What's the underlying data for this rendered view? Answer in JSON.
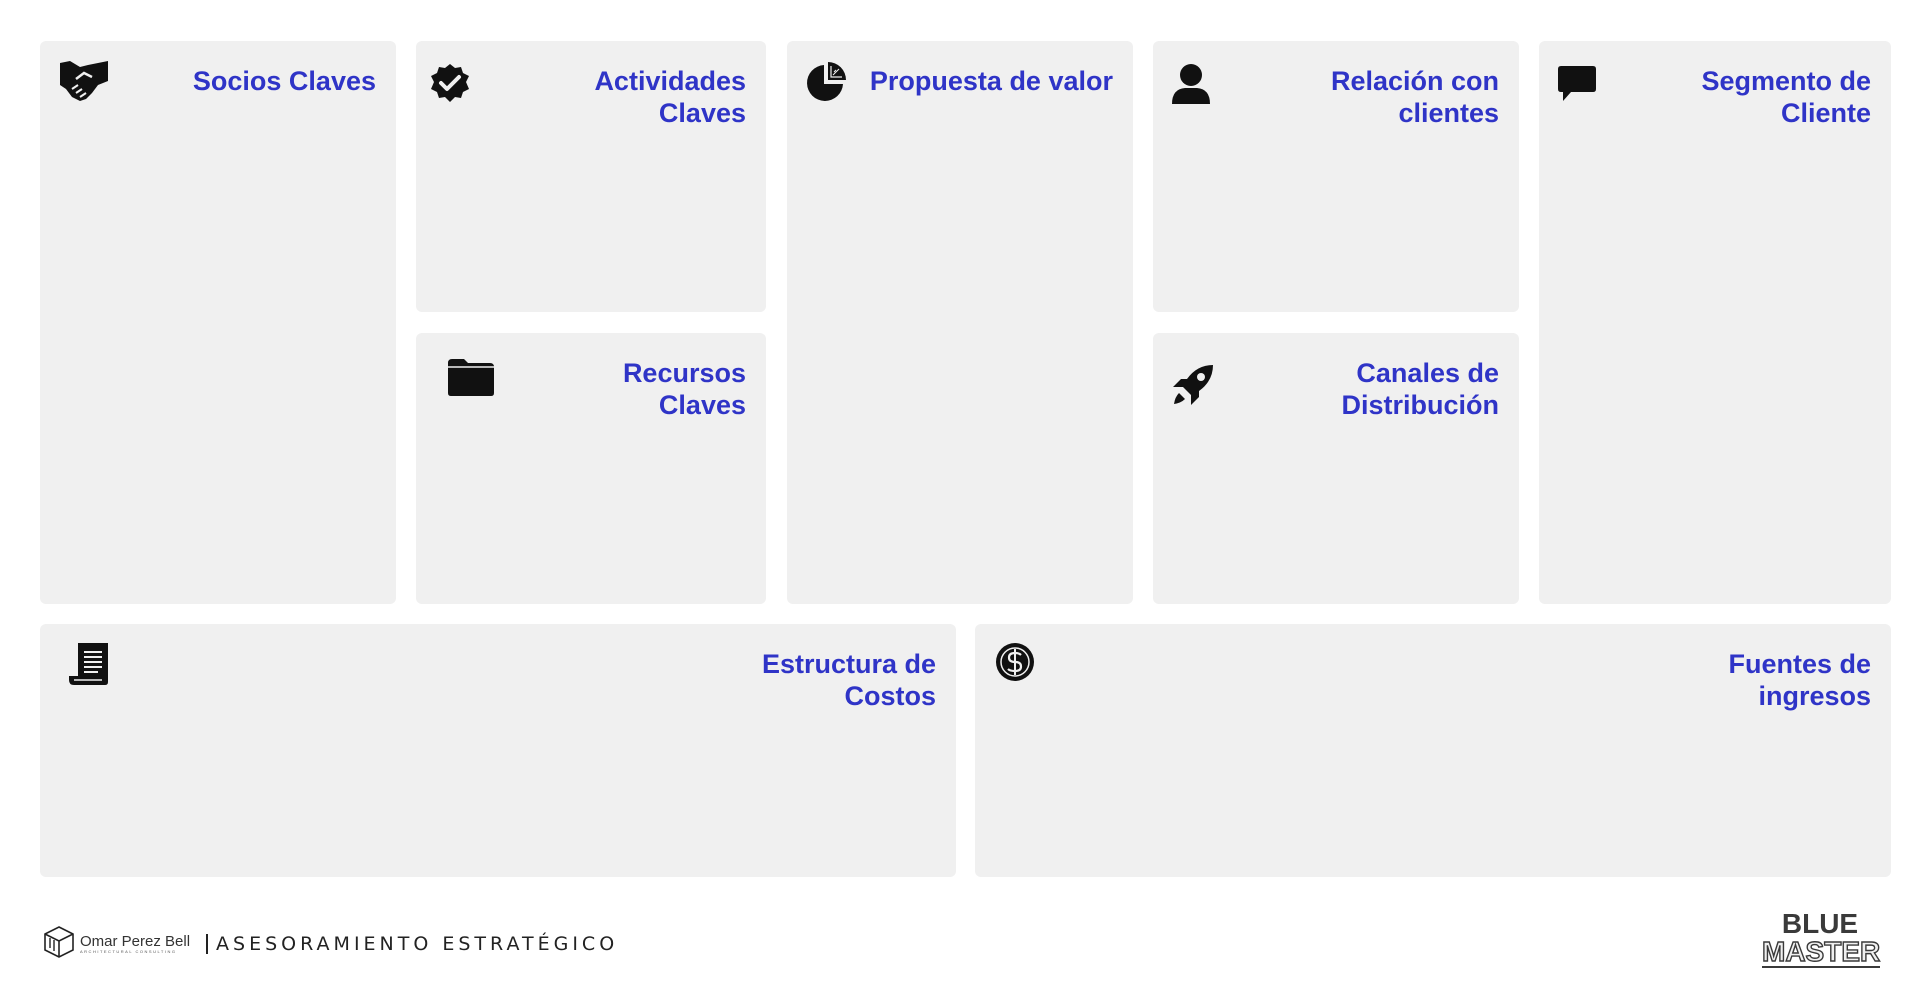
{
  "canvas": {
    "socios": {
      "title": "Socios Claves",
      "icon": "handshake-icon"
    },
    "actividades": {
      "title": "Actividades\nClaves",
      "icon": "badge-check-icon"
    },
    "recursos": {
      "title": "Recursos\nClaves",
      "icon": "folder-icon"
    },
    "propuesta": {
      "title": "Propuesta de valor",
      "icon": "pie-chart-icon"
    },
    "relacion": {
      "title": "Relación con\nclientes",
      "icon": "user-icon"
    },
    "canales": {
      "title": "Canales de\nDistribución",
      "icon": "rocket-icon"
    },
    "segmento": {
      "title": "Segmento de\nCliente",
      "icon": "chat-bubble-icon"
    },
    "costos": {
      "title": "Estructura de\nCostos",
      "icon": "receipt-scroll-icon"
    },
    "ingresos": {
      "title": "Fuentes de\ningresos",
      "icon": "dollar-coin-icon"
    }
  },
  "footer": {
    "brand_name": "Omar Perez Bell",
    "brand_sub": "ARCHITECTURAL CONSULTING",
    "tagline": "ASESORAMIENTO ESTRATÉGICO",
    "logo_top": "BLUE",
    "logo_bottom": "MASTER"
  },
  "colors": {
    "title": "#2f34c7",
    "card": "#f0f0f0",
    "icon": "#111111"
  }
}
